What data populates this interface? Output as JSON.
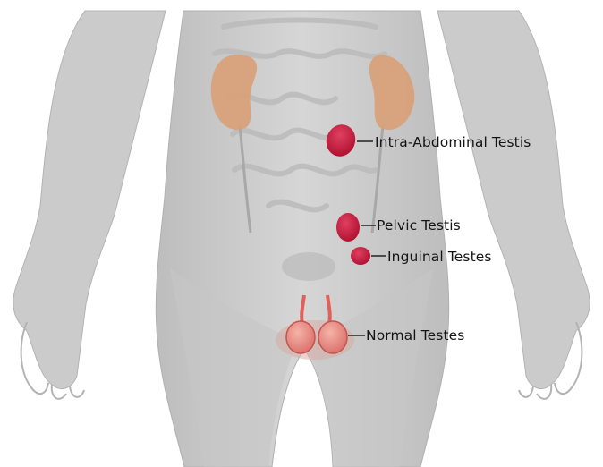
{
  "labels": {
    "intra_abdominal": "Intra-Abdominal Testis",
    "pelvic": "Pelvic Testis",
    "inguinal": "Inguinal Testes",
    "normal": "Normal Testes"
  },
  "colors": {
    "background": "#ffffff",
    "body": "#cfcfcf",
    "body_shade": "#b9b9b9",
    "kidney": "#d9a077",
    "testis": "#c8143c",
    "normal_testis": "#e88c82",
    "line": "#222222"
  }
}
